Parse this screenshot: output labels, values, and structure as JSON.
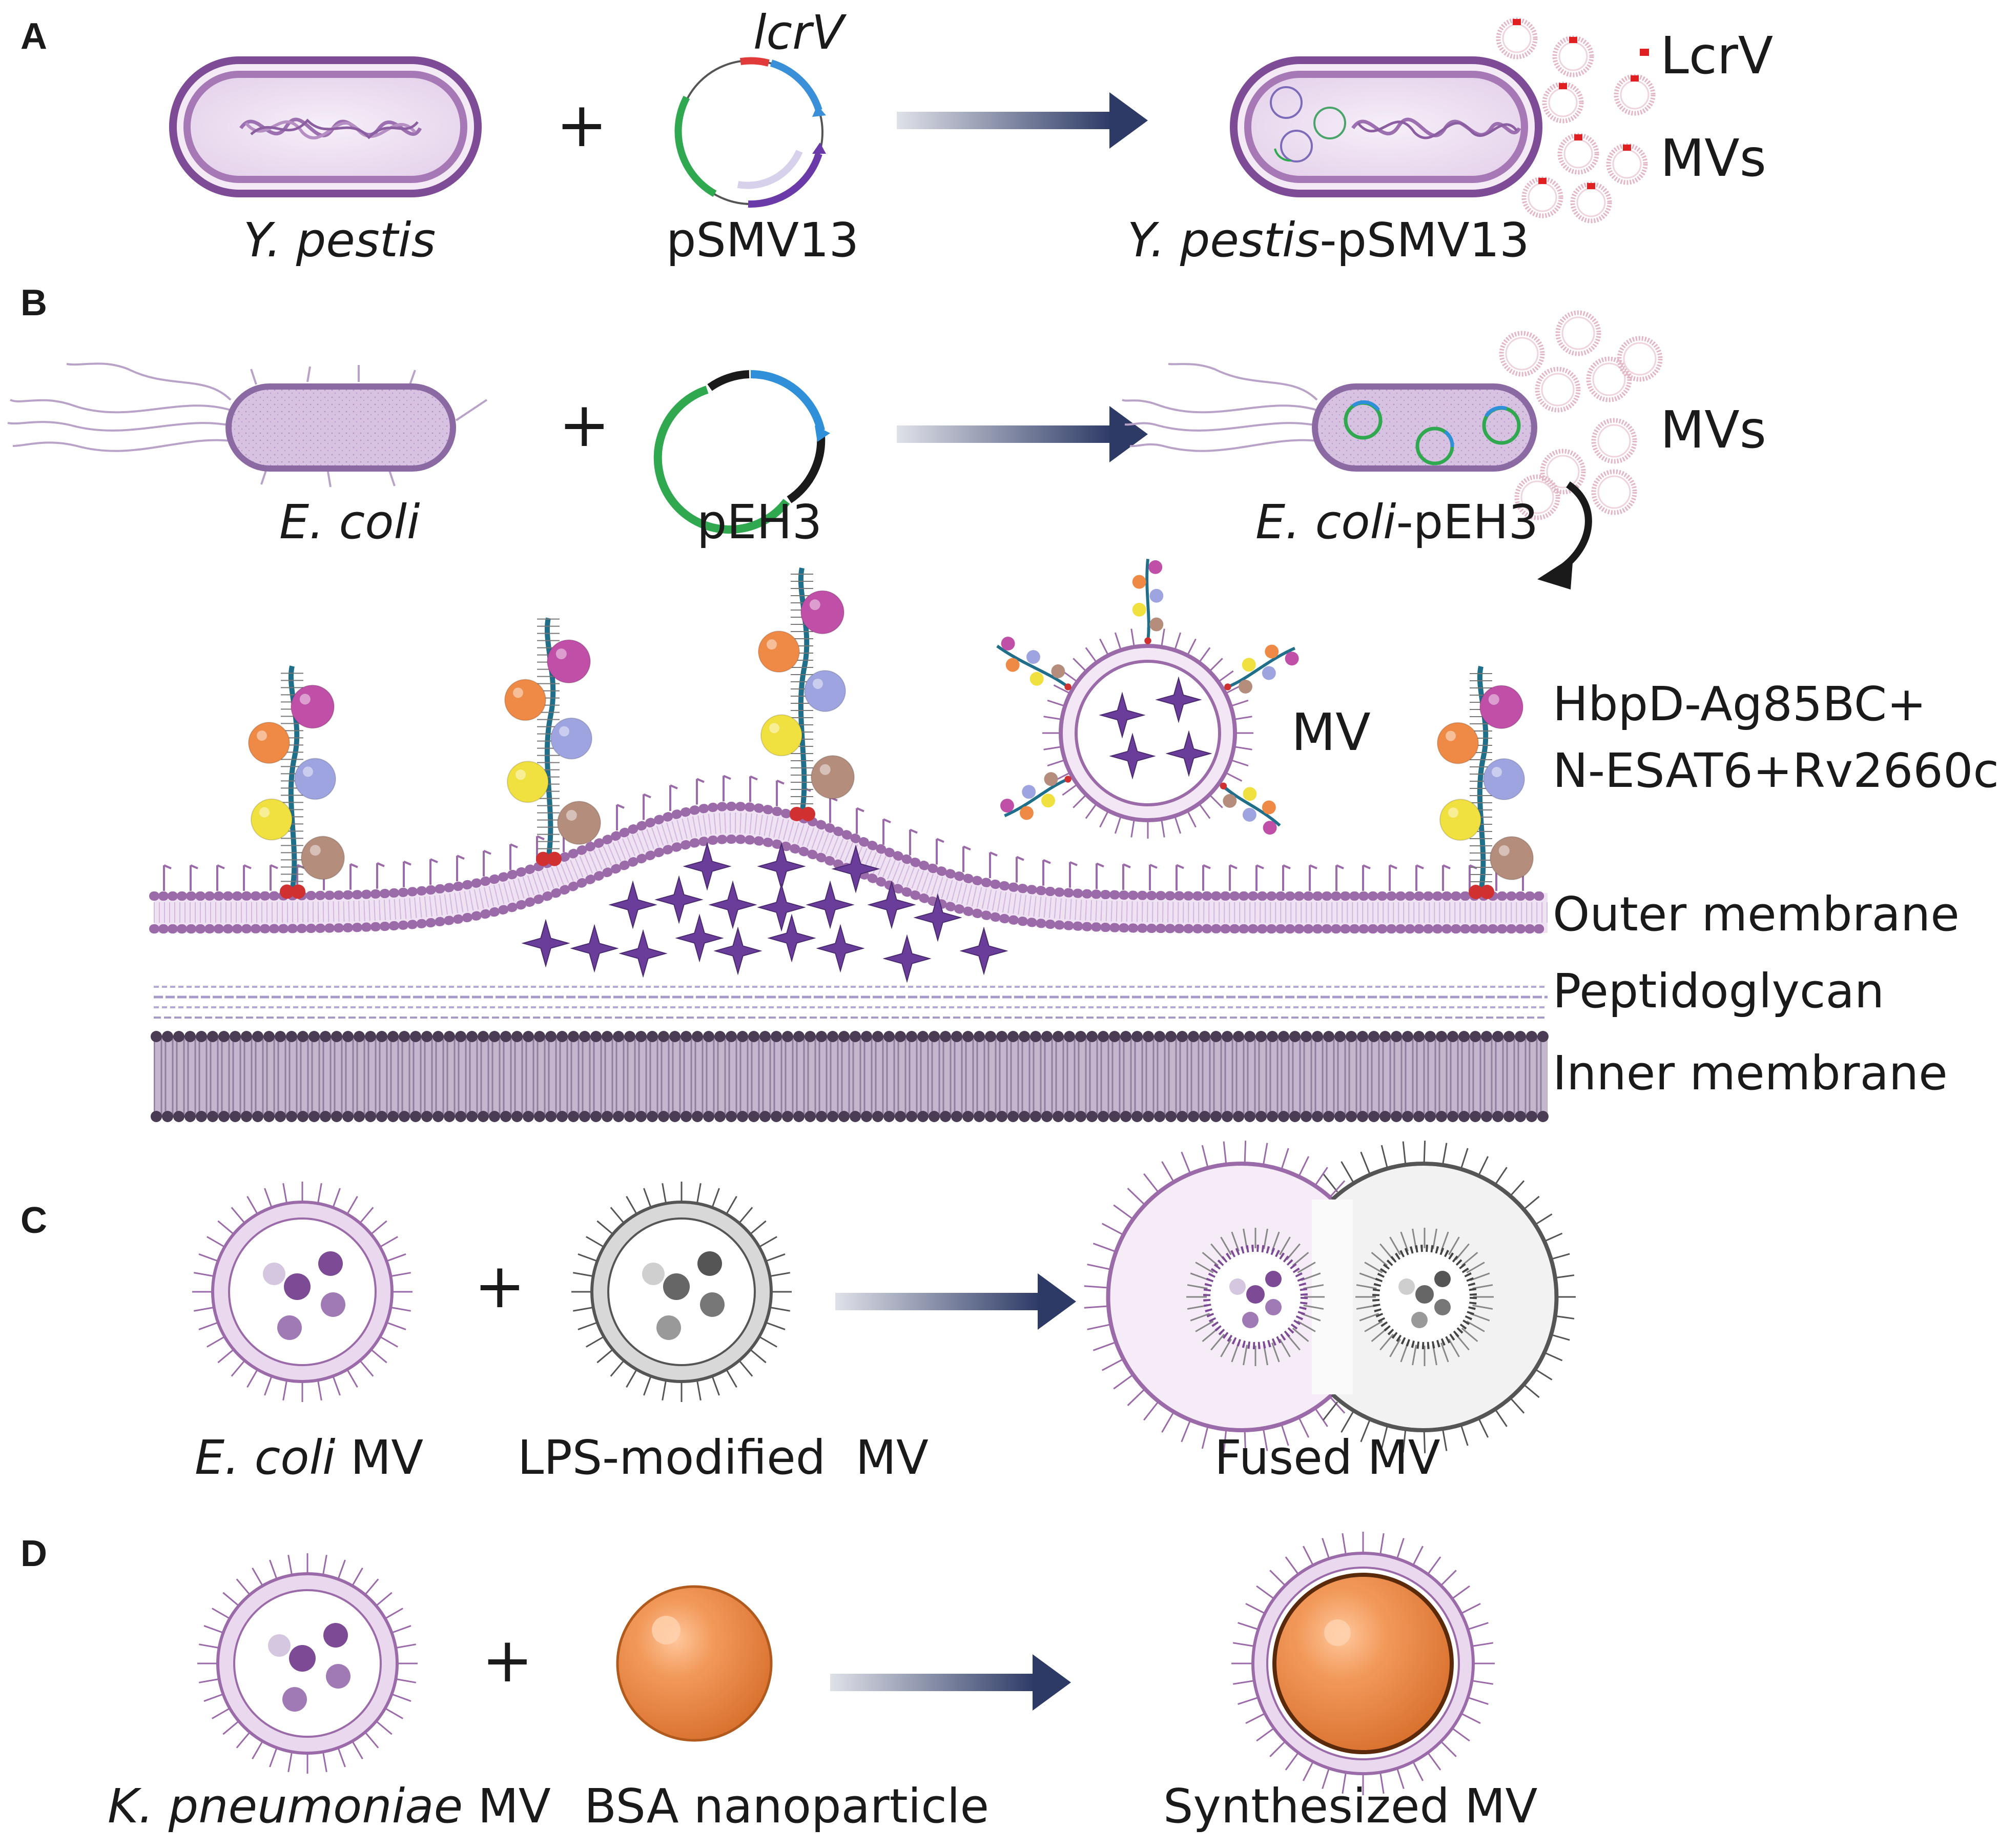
{
  "panels": {
    "a": "A",
    "b": "B",
    "c": "C",
    "d": "D"
  },
  "panel_a": {
    "plasmid_gene": "lcrV",
    "plus": "+",
    "cell_italic": "Y. pestis",
    "plasmid": "pSMV13",
    "product_italic": "Y. pestis",
    "product_suffix": "-pSMV13",
    "antigen": "LcrV",
    "vesicles": "MVs"
  },
  "panel_b": {
    "plus": "+",
    "cell_italic": "E. coli",
    "plasmid": "pEH3",
    "product_italic": "E. coli",
    "product_suffix": "-pEH3",
    "vesicles": "MVs",
    "mv": "MV",
    "fusion_line1": "HbpD-Ag85BC+",
    "fusion_line2": "N-ESAT6+Rv2660c",
    "outer_membrane": "Outer membrane",
    "peptidoglycan": "Peptidoglycan",
    "inner_membrane": "Inner membrane"
  },
  "panel_c": {
    "plus": "+",
    "left_italic": "E. coli",
    "left_suffix": " MV",
    "middle": "LPS-modified  MV",
    "right": "Fused MV"
  },
  "panel_d": {
    "plus": "+",
    "left_italic": "K. pneumoniae",
    "left_suffix": " MV",
    "middle": "BSA nanoparticle",
    "right_a": "Synthesized",
    "right_b": " MV"
  },
  "colors": {
    "membrane": "#9b6aa8",
    "membrane_light": "#e9dcef",
    "arrow": "#2d3a66",
    "star": "#6a3d9a",
    "orange": "#ee8a45",
    "magenta": "#c04fa8",
    "lavender": "#9ea4e0",
    "yellow": "#f0e040",
    "tan": "#b58d7c",
    "inner": "#4a3c55"
  }
}
